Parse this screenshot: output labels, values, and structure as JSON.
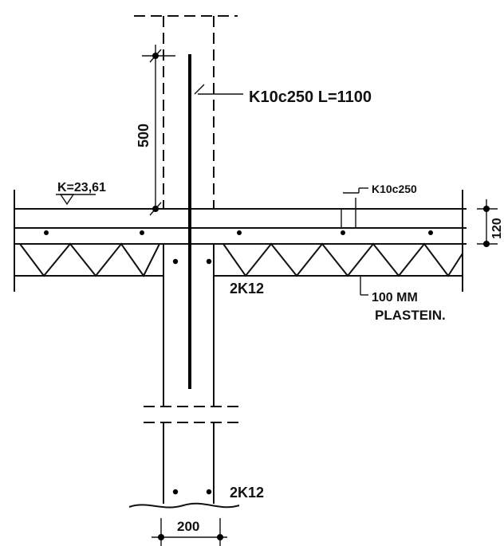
{
  "drawing": {
    "labels": {
      "top_rebar": "K10c250 L=1100",
      "dim_500": "500",
      "level": "K=23,61",
      "slab_rebar": "K10c250",
      "dim_120": "120",
      "column_bars_upper": "2K12",
      "insulation_line1": "100 MM",
      "insulation_line2": "PLASTEIN.",
      "column_bars_lower": "2K12",
      "dim_200": "200"
    }
  }
}
